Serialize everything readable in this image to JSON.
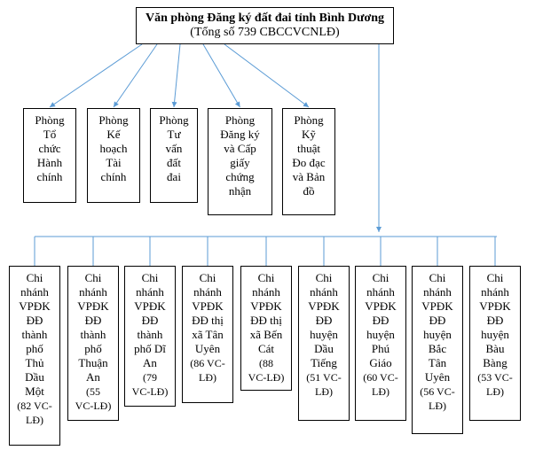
{
  "root": {
    "title": "Văn phòng Đăng ký đất đai tỉnh Bình Dương",
    "subtitle": "(Tổng số 739 CBCCVCNLĐ)"
  },
  "departments": [
    {
      "label": "Phòng\nTổ\nchức\nHành\nchính"
    },
    {
      "label": "Phòng\nKế\nhoạch\nTài\nchính"
    },
    {
      "label": "Phòng\nTư\nvấn\nđất\nđai"
    },
    {
      "label": "Phòng\nĐăng ký\nvà Cấp\ngiấy\nchứng\nnhận"
    },
    {
      "label": "Phòng\nKỹ\nthuật\nĐo đạc\nvà Bản\nđồ"
    }
  ],
  "branches": [
    {
      "label": "Chi\nnhánh\nVPĐK\nĐĐ\nthành\nphố\nThủ\nDầu\nMột",
      "staff": "(82 VC-\nLĐ)"
    },
    {
      "label": "Chi\nnhánh\nVPĐK\nĐĐ\nthành\nphố\nThuận\nAn",
      "staff": "(55\nVC-LĐ)"
    },
    {
      "label": "Chi\nnhánh\nVPĐK\nĐĐ\nthành\nphố Dĩ\nAn",
      "staff": "(79\nVC-LĐ)"
    },
    {
      "label": "Chi\nnhánh\nVPĐK\nĐĐ thị\nxã Tân\nUyên",
      "staff": "(86 VC-\nLĐ)"
    },
    {
      "label": "Chi\nnhánh\nVPĐK\nĐĐ thị\nxã Bến\nCát",
      "staff": "(88\nVC-LĐ)"
    },
    {
      "label": "Chi\nnhánh\nVPĐK\nĐĐ\nhuyện\nDầu\nTiếng",
      "staff": "(51 VC-\nLĐ)"
    },
    {
      "label": "Chi\nnhánh\nVPĐK\nĐĐ\nhuyện\nPhú\nGiáo",
      "staff": "(60 VC-\nLĐ)"
    },
    {
      "label": "Chi\nnhánh\nVPĐK\nĐĐ\nhuyện\nBắc\nTân\nUyên",
      "staff": "(56 VC-\nLĐ)"
    },
    {
      "label": "Chi\nnhánh\nVPĐK\nĐĐ\nhuyện\nBàu\nBàng",
      "staff": "(53 VC-\nLĐ)"
    }
  ],
  "colors": {
    "connector": "#5b9bd5",
    "border": "#000000"
  }
}
